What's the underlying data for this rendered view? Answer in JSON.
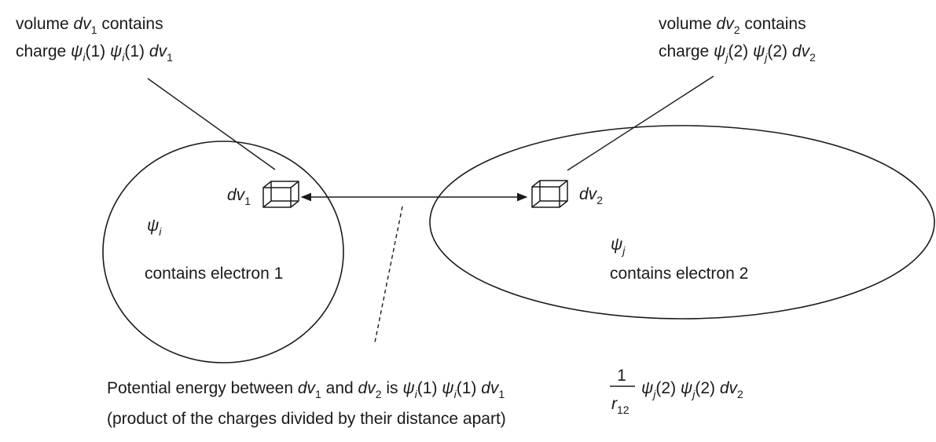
{
  "callouts": {
    "dv1": {
      "line1_prefix": "volume ",
      "line1_symbol": "dv",
      "line1_sub": "1",
      "line1_suffix": " contains",
      "line2_prefix": "charge ",
      "psi": "ψ",
      "psi_sub": "i",
      "arg1": "(1)",
      "arg2": "(1)",
      "dv": "dv",
      "dv_sub": "1"
    },
    "dv2": {
      "line1_prefix": "volume ",
      "line1_symbol": "dv",
      "line1_sub": "2",
      "line1_suffix": " contains",
      "line2_prefix": "charge ",
      "psi": "ψ",
      "psi_sub": "j",
      "arg1": "(2)",
      "arg2": "(2)",
      "dv": "dv",
      "dv_sub": "2"
    }
  },
  "orbital_i": {
    "volume_symbol": "dv",
    "volume_sub": "1",
    "psi": "ψ",
    "psi_sub": "i",
    "caption": "contains electron 1"
  },
  "orbital_j": {
    "volume_symbol": "dv",
    "volume_sub": "2",
    "psi": "ψ",
    "psi_sub": "j",
    "caption": "contains electron 2"
  },
  "energy": {
    "prefix": "Potential energy between ",
    "dv": "dv",
    "sub1": "1",
    "and": " and ",
    "sub2": "2",
    "is": " is ",
    "psi": "ψ",
    "psi_i": "i",
    "psi_j": "j",
    "arg1": "(1)",
    "arg2": "(2)",
    "frac_num": "1",
    "frac_den": "r",
    "frac_den_sub": "12",
    "note": "(product of the charges divided by their distance apart)"
  }
}
